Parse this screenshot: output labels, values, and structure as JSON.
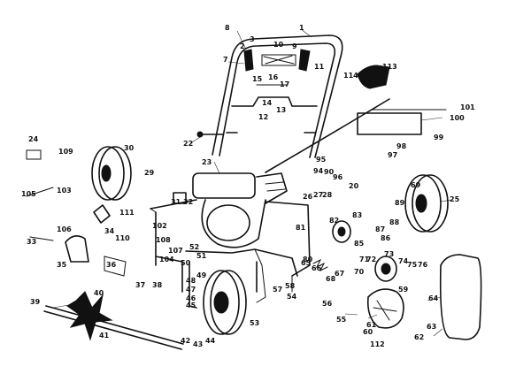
{
  "labels": [
    "1",
    "2",
    "3",
    "7",
    "8",
    "9",
    "10",
    "11",
    "12",
    "13",
    "14",
    "15",
    "16",
    "17",
    "20",
    "22",
    "23",
    "24",
    "25",
    "26",
    "27",
    "28",
    "29",
    "30",
    "31",
    "32",
    "33",
    "34",
    "35",
    "36",
    "37",
    "38",
    "39",
    "40",
    "41",
    "42",
    "43",
    "44",
    "45",
    "46",
    "47",
    "48",
    "49",
    "50",
    "51",
    "52",
    "53",
    "54",
    "55",
    "56",
    "57",
    "58",
    "59",
    "60",
    "61",
    "62",
    "63",
    "64",
    "65",
    "66",
    "67",
    "68",
    "69",
    "70",
    "71",
    "72",
    "73",
    "74",
    "75",
    "76",
    "80",
    "81",
    "82",
    "83",
    "85",
    "86",
    "87",
    "88",
    "89",
    "90",
    "94",
    "95",
    "96",
    "97",
    "98",
    "99",
    "100",
    "101",
    "102",
    "103",
    "104",
    "105",
    "106",
    "107",
    "108",
    "109",
    "110",
    "111",
    "112",
    "113",
    "114"
  ]
}
